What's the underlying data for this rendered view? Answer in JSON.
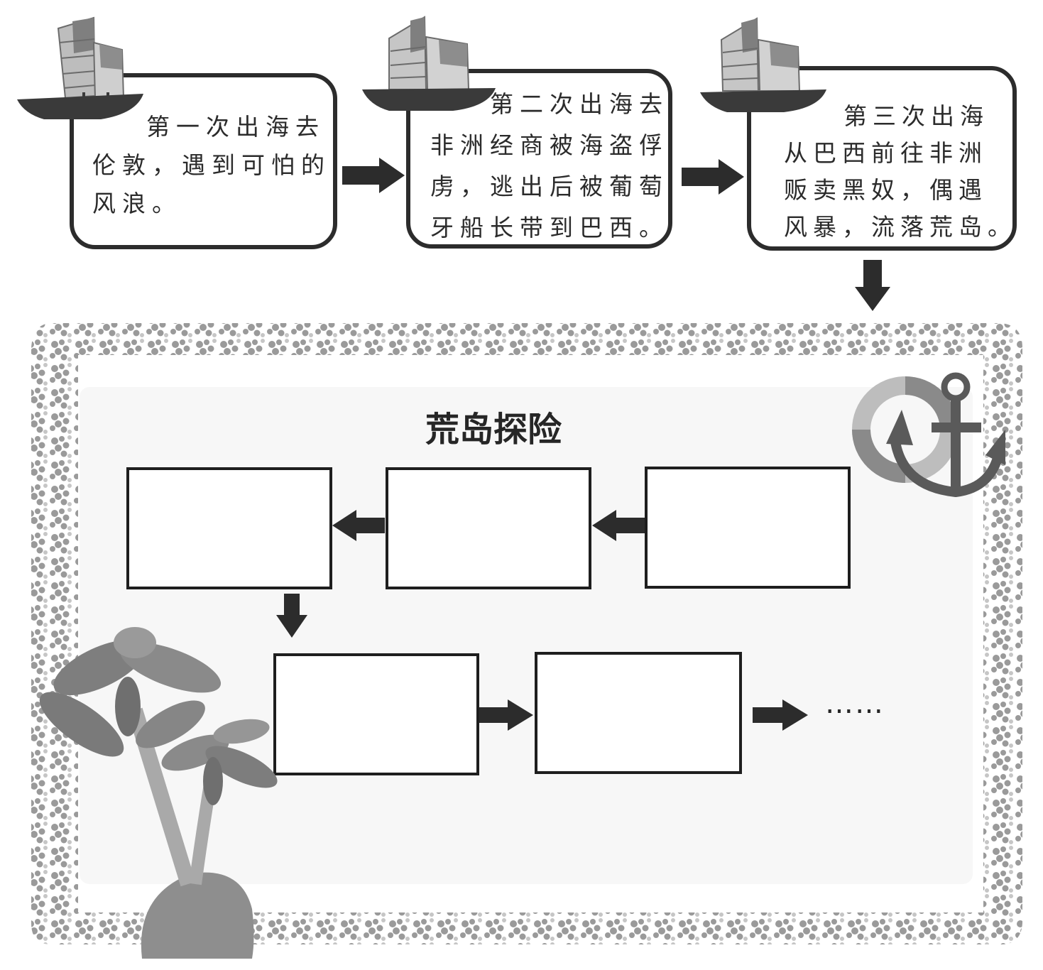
{
  "voyages": [
    {
      "lines": [
        "第一次出海去",
        "伦敦，遇到可怕的",
        "风浪。"
      ]
    },
    {
      "lines": [
        "第二次出海去",
        "非洲经商被海盗俘",
        "虏，逃出后被葡萄",
        "牙船长带到巴西。"
      ]
    },
    {
      "lines": [
        "第三次出海",
        "从巴西前往非洲",
        "贩卖黑奴，偶遇",
        "风暴，流落荒岛。"
      ]
    }
  ],
  "island_section": {
    "title": "荒岛探险",
    "boxes": [
      "",
      "",
      "",
      "",
      ""
    ],
    "continuation": "……"
  },
  "colors": {
    "ink": "#2b2b2b",
    "border": "#1e1e1e",
    "decoration_gray": "#8a8a8a",
    "panel": "#f7f7f7"
  },
  "icons": [
    "sailing-ship-icon",
    "arrow-right-icon",
    "arrow-down-icon",
    "arrow-left-icon",
    "life-ring-icon",
    "anchor-icon",
    "palm-tree-icon"
  ]
}
